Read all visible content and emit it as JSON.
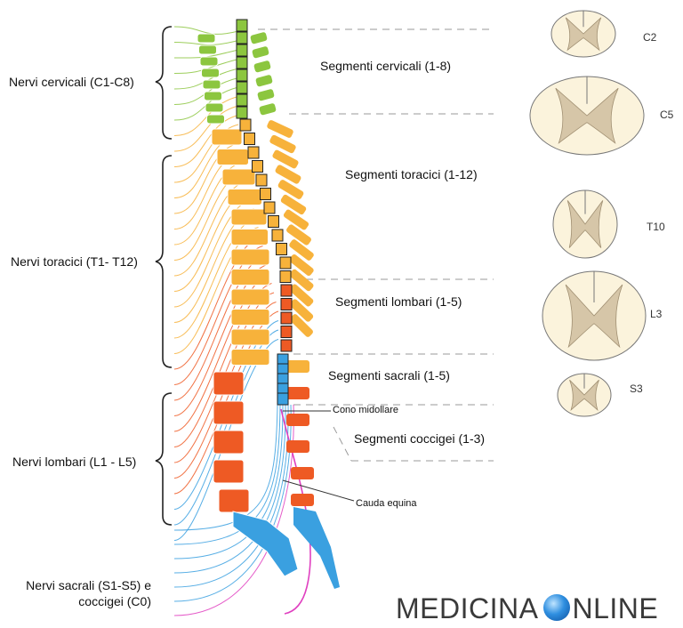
{
  "nerve_groups": {
    "cervical": "Nervi cervicali (C1-C8)",
    "thoracic": "Nervi toracici (T1- T12)",
    "lumbar": "Nervi lombari (L1 - L5)",
    "sacral_line1": "Nervi sacrali (S1-S5) e",
    "sacral_line2": "coccigei (C0)"
  },
  "segments": {
    "cervical": "Segmenti cervicali (1-8)",
    "thoracic": "Segmenti toracici (1-12)",
    "lumbar": "Segmenti lombari (1-5)",
    "sacral": "Segmenti sacrali (1-5)",
    "coccygeal": "Segmenti coccigei (1-3)"
  },
  "annotations": {
    "conus": "Cono midollare",
    "cauda": "Cauda equina"
  },
  "cross_sections": {
    "c2": "C2",
    "c5": "C5",
    "t10": "T10",
    "l3": "L3",
    "s3": "S3"
  },
  "brand": {
    "part1": "MEDICINA",
    "part2": "NLINE"
  },
  "colors": {
    "cervical": "#8cc63f",
    "thoracic": "#f7b23b",
    "lumbar": "#ee5a24",
    "sacral": "#3aa0e0",
    "coccygeal": "#e040c0",
    "cord_outline": "#222222",
    "cross_fill": "#fbf3dc",
    "cross_gray": "#d6c6a8"
  }
}
